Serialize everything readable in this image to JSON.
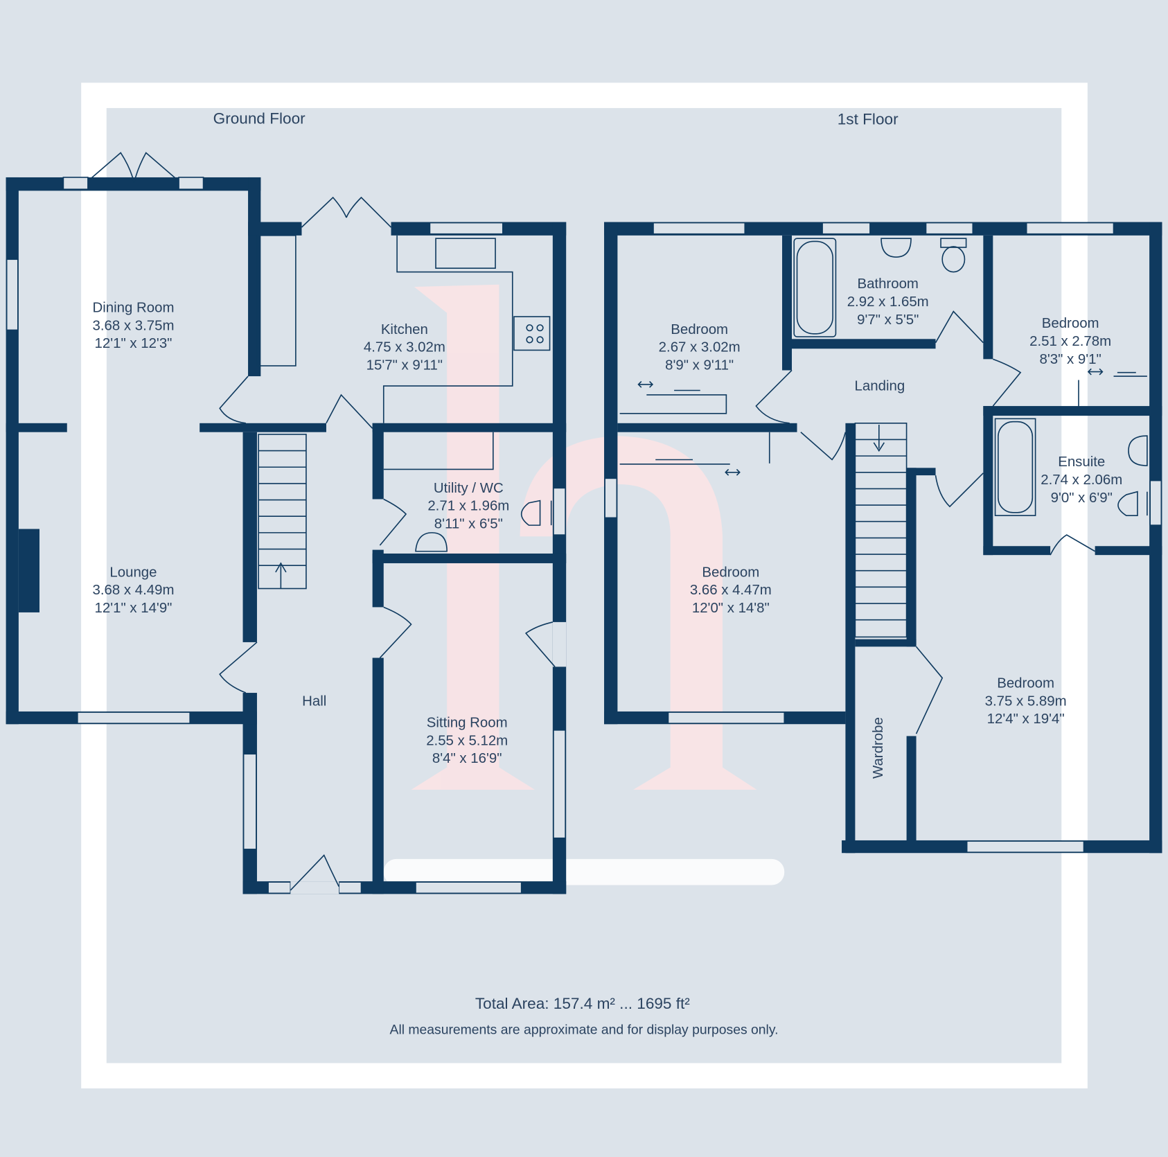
{
  "floors": {
    "ground": {
      "title": "Ground Floor",
      "rooms": [
        {
          "name": "Dining Room",
          "metric": "3.68 x 3.75m",
          "imperial": "12'1\" x 12'3\""
        },
        {
          "name": "Kitchen",
          "metric": "4.75 x 3.02m",
          "imperial": "15'7\" x 9'11\""
        },
        {
          "name": "Utility / WC",
          "metric": "2.71 x 1.96m",
          "imperial": "8'11\" x 6'5\""
        },
        {
          "name": "Lounge",
          "metric": "3.68 x 4.49m",
          "imperial": "12'1\" x 14'9\""
        },
        {
          "name": "Hall"
        },
        {
          "name": "Sitting Room",
          "metric": "2.55 x 5.12m",
          "imperial": "8'4\" x 16'9\""
        }
      ]
    },
    "first": {
      "title": "1st Floor",
      "rooms": [
        {
          "name": "Bedroom",
          "metric": "2.67 x 3.02m",
          "imperial": "8'9\" x 9'11\""
        },
        {
          "name": "Bathroom",
          "metric": "2.92 x 1.65m",
          "imperial": "9'7\" x 5'5\""
        },
        {
          "name": "Bedroom",
          "metric": "2.51 x 2.78m",
          "imperial": "8'3\" x 9'1\""
        },
        {
          "name": "Landing"
        },
        {
          "name": "Ensuite",
          "metric": "2.74 x 2.06m",
          "imperial": "9'0\" x 6'9\""
        },
        {
          "name": "Bedroom",
          "metric": "3.66 x 4.47m",
          "imperial": "12'0\" x 14'8\""
        },
        {
          "name": "Bedroom",
          "metric": "3.75 x 5.89m",
          "imperial": "12'4\" x 19'4\""
        },
        {
          "name": "Wardrobe"
        }
      ]
    }
  },
  "footer": {
    "total_area": "Total Area: 157.4 m² ... 1695 ft²",
    "disclaimer": "All measurements are approximate and for display purposes only."
  },
  "colors": {
    "wall": "#0f3a5f",
    "background": "#dce3ea",
    "watermark": "#fbe3e6"
  }
}
